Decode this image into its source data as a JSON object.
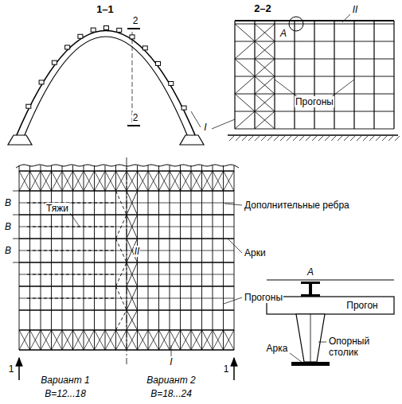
{
  "diagram": {
    "labels": [
      "1–1",
      "2–2",
      "2",
      "2",
      "I",
      "A",
      "II",
      "Прогоны",
      "Тяжи",
      "B",
      "B",
      "B",
      "Дополнительные ребра",
      "Арки",
      "II",
      "Прогоны",
      "I",
      "1",
      "1",
      "Вариант 1",
      "B=12...18",
      "Вариант 2",
      "B=18...24",
      "A",
      "Прогон",
      "Арка",
      "Опорный столик"
    ]
  }
}
